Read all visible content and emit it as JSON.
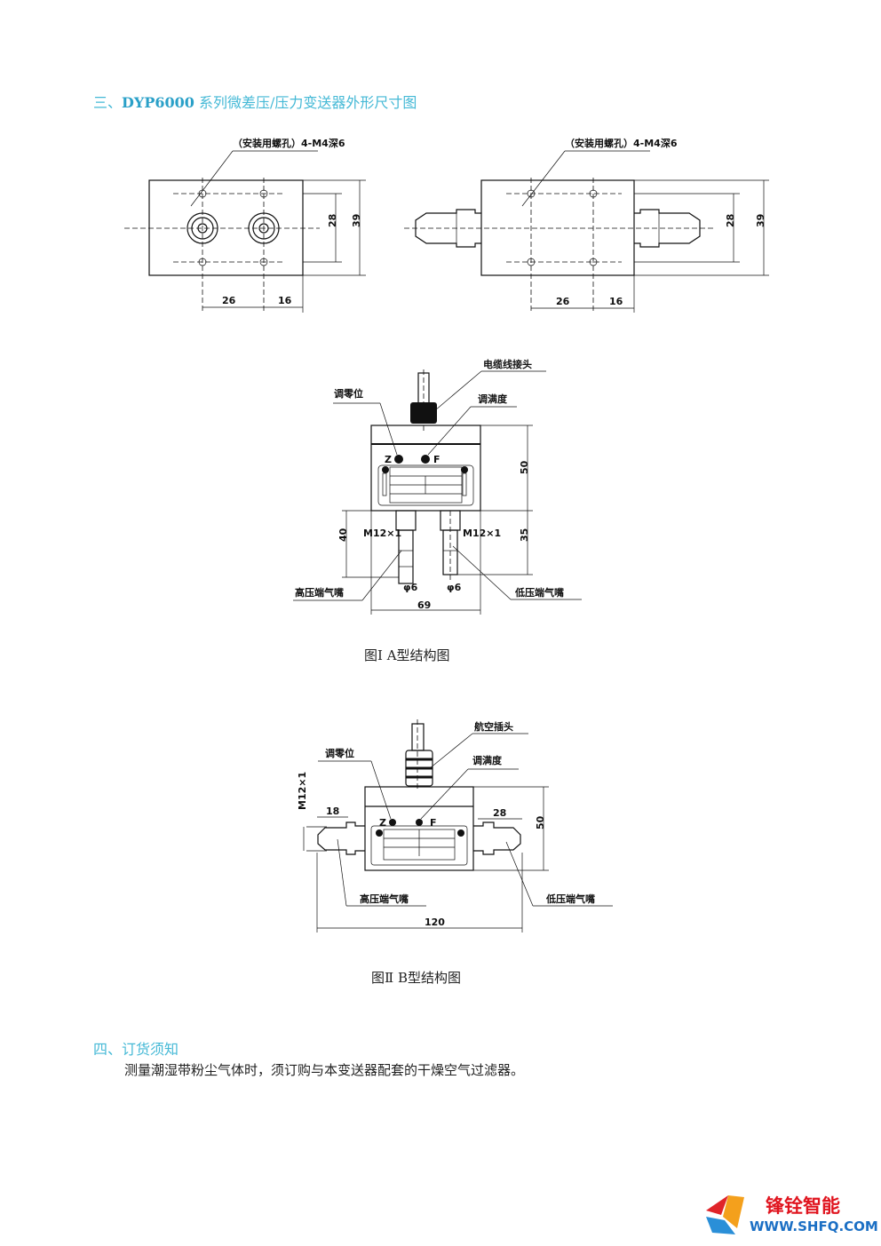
{
  "section3": {
    "prefix": "三、",
    "model": "DYP6000",
    "title": "系列微差压/压力变送器外形尺寸图"
  },
  "top_left": {
    "label": "（安装用螺孔）4-M4深6",
    "dim_h1": "26",
    "dim_h2": "16",
    "dim_v1": "28",
    "dim_v2": "39"
  },
  "top_right": {
    "label": "（安装用螺孔）4-M4深6",
    "dim_h1": "26",
    "dim_h2": "16",
    "dim_v1": "28",
    "dim_v2": "39"
  },
  "fig_a": {
    "cable": "电缆线接头",
    "zero": "调零位",
    "span": "调满度",
    "z": "Z",
    "f": "F",
    "thread_left": "M12×1",
    "thread_right": "M12×1",
    "dia_left": "φ6",
    "dia_right": "φ6",
    "high": "高压端气嘴",
    "low": "低压端气嘴",
    "dim_50": "50",
    "dim_35": "35",
    "dim_40": "40",
    "dim_69": "69",
    "caption": "图Ⅰ  A型结构图"
  },
  "fig_b": {
    "plug": "航空插头",
    "zero": "调零位",
    "span": "调满度",
    "z": "Z",
    "f": "F",
    "thread": "M12×1",
    "dim_18": "18",
    "dim_28": "28",
    "dim_50": "50",
    "dim_120": "120",
    "high": "高压端气嘴",
    "low": "低压端气嘴",
    "caption": "图Ⅱ  B型结构图"
  },
  "section4": {
    "title": "四、订货须知",
    "text": "测量潮湿带粉尘气体时，须订购与本变送器配套的干燥空气过滤器。"
  },
  "logo": {
    "name": "锋铨智能",
    "url": "WWW.SHFQ.COM"
  }
}
